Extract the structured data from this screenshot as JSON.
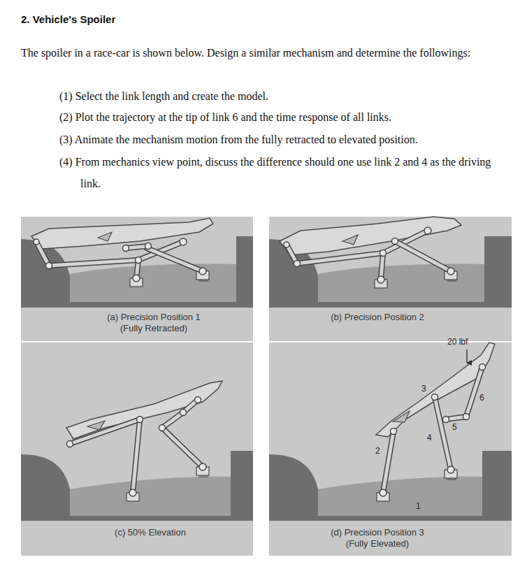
{
  "diagram": {
    "title": "2. Vehicle's Spoiler",
    "nodes": [
      {
        "text": [
          "(a) Precision Position 1 (Fully Retracted)"
        ]
      },
      {
        "text": [
          "(b) Precision Position 2"
        ]
      },
      {
        "text": [
          "(c) 50% Elevation"
        ]
      },
      {
        "text": [
          "(d) Precision Position 3 (Fully Elevated)"
        ]
      }
    ],
    "labels": [
      "The spoiler in a race-car is shown below. Design a similar mechanism and determine the followings:",
      "(1) Select the link length and create the model.",
      "(2) Plot the trajectory at the tip of link 6 and the time response of all links.",
      "(3) Animate the mechanism motion from the fully retracted to elevated position.",
      "(4) From mechanics view point, discuss the difference should one use link 2 and 4 as the driving link.",
      "20 lbf",
      "3",
      "6",
      "5",
      "4",
      "2",
      "1"
    ]
  }
}
